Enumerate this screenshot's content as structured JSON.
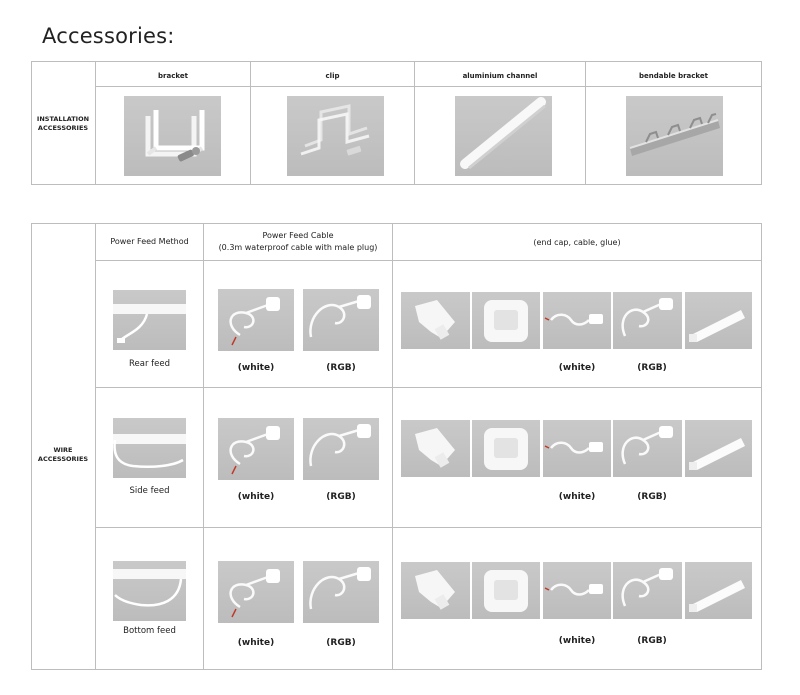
{
  "title": "Accessories:",
  "installation": {
    "label": "INSTALLATION ACCESSORIES",
    "columns": [
      "bracket",
      "clip",
      "aluminium channel",
      "bendable bracket"
    ]
  },
  "wire": {
    "label": "WIRE ACCESSORIES",
    "headers": {
      "method": "Power Feed Method",
      "cable_line1": "Power Feed Cable",
      "cable_line2": "(0.3m waterproof cable with male plug)",
      "other": "(end cap, cable, glue)"
    },
    "rows": [
      {
        "method": "Rear feed"
      },
      {
        "method": "Side feed"
      },
      {
        "method": "Bottom feed"
      }
    ],
    "caption_white": "(white)",
    "caption_rgb": "(RGB)"
  }
}
